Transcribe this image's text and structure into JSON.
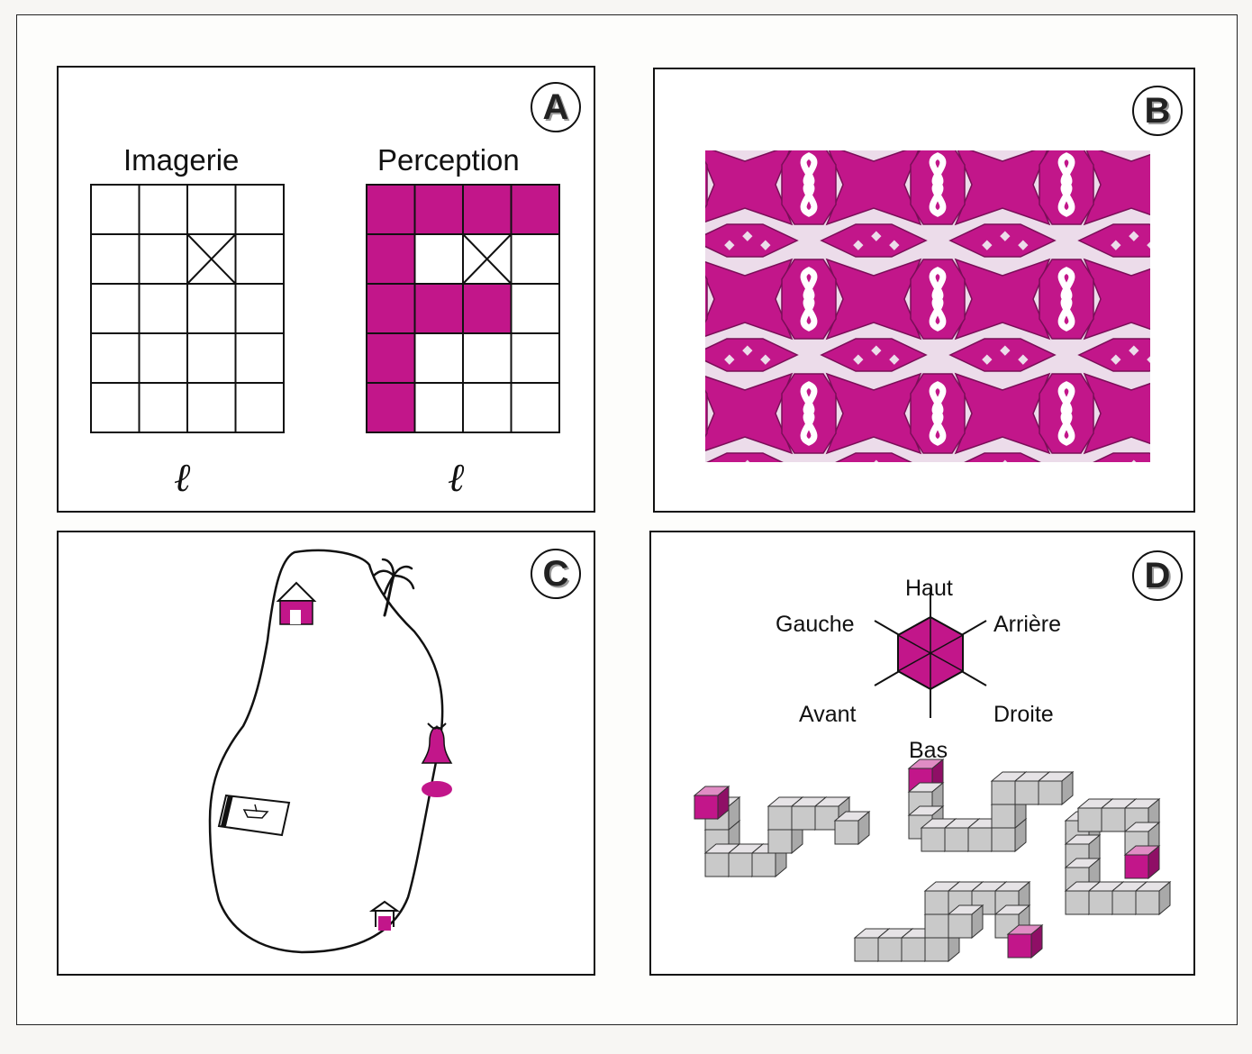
{
  "panels": {
    "a": {
      "badge": "A",
      "imagery_title": "Imagerie",
      "perception_title": "Perception",
      "grid_rows": 5,
      "grid_cols": 4,
      "perception_filled_cells": [
        [
          0,
          0
        ],
        [
          0,
          1
        ],
        [
          0,
          2
        ],
        [
          0,
          3
        ],
        [
          1,
          0
        ],
        [
          2,
          0
        ],
        [
          2,
          1
        ],
        [
          2,
          2
        ],
        [
          3,
          0
        ],
        [
          4,
          0
        ]
      ],
      "marked_cell": [
        1,
        2
      ],
      "script_glyph": "ℓ"
    },
    "b": {
      "badge": "B"
    },
    "c": {
      "badge": "C"
    },
    "d": {
      "badge": "D",
      "directions": {
        "top": "Haut",
        "upper_left": "Gauche",
        "upper_right": "Arrière",
        "lower_left": "Avant",
        "lower_right": "Droite",
        "bottom": "Bas"
      }
    }
  },
  "colors": {
    "magenta": "#c2168a",
    "pink_light": "#ecdcea",
    "cube_gray": "#c9c9c9",
    "cube_light": "#e6e3e6",
    "cube_dark": "#a9a9a9"
  }
}
